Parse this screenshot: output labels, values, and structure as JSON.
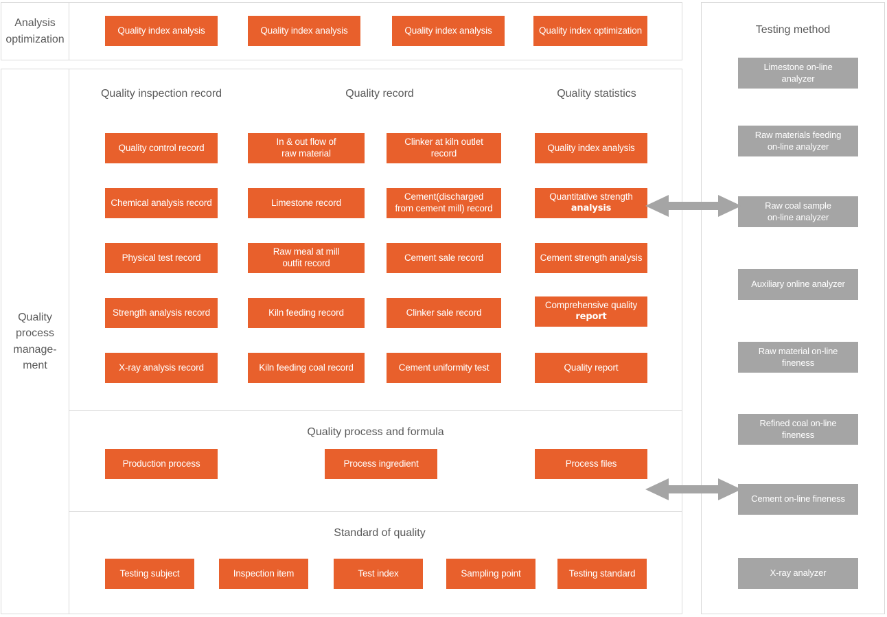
{
  "diagram": {
    "title_rows": {
      "analysis_optimization": "Analysis optimization",
      "quality_process_management": "Quality process manage-ment"
    },
    "row_labels": {
      "analysis": [
        "Analysis",
        "optimization"
      ],
      "process": [
        "Quality",
        "process",
        "manage-",
        "ment"
      ]
    },
    "analysis_row": {
      "boxes": [
        {
          "label": "Quality index analysis"
        },
        {
          "label": "Quality index analysis"
        },
        {
          "label": "Quality index analysis"
        },
        {
          "label": "Quality index optimization"
        }
      ]
    },
    "columns": {
      "headers": [
        {
          "label": "Quality inspection record"
        },
        {
          "label": "Quality record"
        },
        {
          "label": "Quality statistics"
        }
      ]
    },
    "grid": {
      "col1": [
        {
          "label": "Quality control record"
        },
        {
          "label": "Chemical analysis record"
        },
        {
          "label": "Physical test record"
        },
        {
          "label": "Strength analysis record"
        },
        {
          "label": "X-ray analysis record"
        }
      ],
      "col2": [
        {
          "line1": "In & out flow of",
          "line2": "raw material"
        },
        {
          "label": "Limestone record"
        },
        {
          "line1": "Raw meal at mill",
          "line2": "outfit record"
        },
        {
          "label": "Kiln feeding record"
        },
        {
          "label": "Kiln feeding coal record"
        }
      ],
      "col3": [
        {
          "line1": "Clinker at kiln outlet",
          "line2": "record"
        },
        {
          "line1": "Cement(discharged",
          "line2": "from cement mill) record"
        },
        {
          "label": "Cement sale record"
        },
        {
          "label": "Clinker sale record"
        },
        {
          "label": "Cement uniformity test"
        }
      ],
      "col4": [
        {
          "label": "Quality index analysis"
        },
        {
          "line1": "Quantitative strength",
          "line2": "analysis"
        },
        {
          "label": "Cement strength analysis"
        },
        {
          "line1": "Comprehensive quality",
          "line2": "report"
        },
        {
          "label": "Quality report"
        }
      ]
    },
    "formula_section": {
      "title": "Quality process and formula",
      "boxes": [
        {
          "label": "Production process"
        },
        {
          "label": "Process ingredient"
        },
        {
          "label": "Process files"
        }
      ]
    },
    "standard_section": {
      "title": "Standard of quality",
      "boxes": [
        {
          "label": "Testing subject"
        },
        {
          "label": "Inspection item"
        },
        {
          "label": "Test index"
        },
        {
          "label": "Sampling point"
        },
        {
          "label": "Testing standard"
        }
      ]
    },
    "testing_panel": {
      "title": "Testing method",
      "boxes": [
        {
          "line1": "Limestone  on-line",
          "line2": "analyzer"
        },
        {
          "line1": "Raw materials feeding",
          "line2": "on-line analyzer"
        },
        {
          "line1": "Raw coal sample",
          "line2": "on-line analyzer"
        },
        {
          "label": "Auxiliary online analyzer"
        },
        {
          "line1": "Raw material on-line",
          "line2": "fineness"
        },
        {
          "line1": "Refined coal on-line",
          "line2": "fineness"
        },
        {
          "label": "Cement on-line fineness"
        },
        {
          "label": "X-ray analyzer"
        }
      ]
    },
    "colors": {
      "orange": "#E8602C",
      "gray": "#A5A5A5",
      "border": "#d9d9d9",
      "text": "#595959",
      "arrow": "#A5A5A5"
    }
  }
}
